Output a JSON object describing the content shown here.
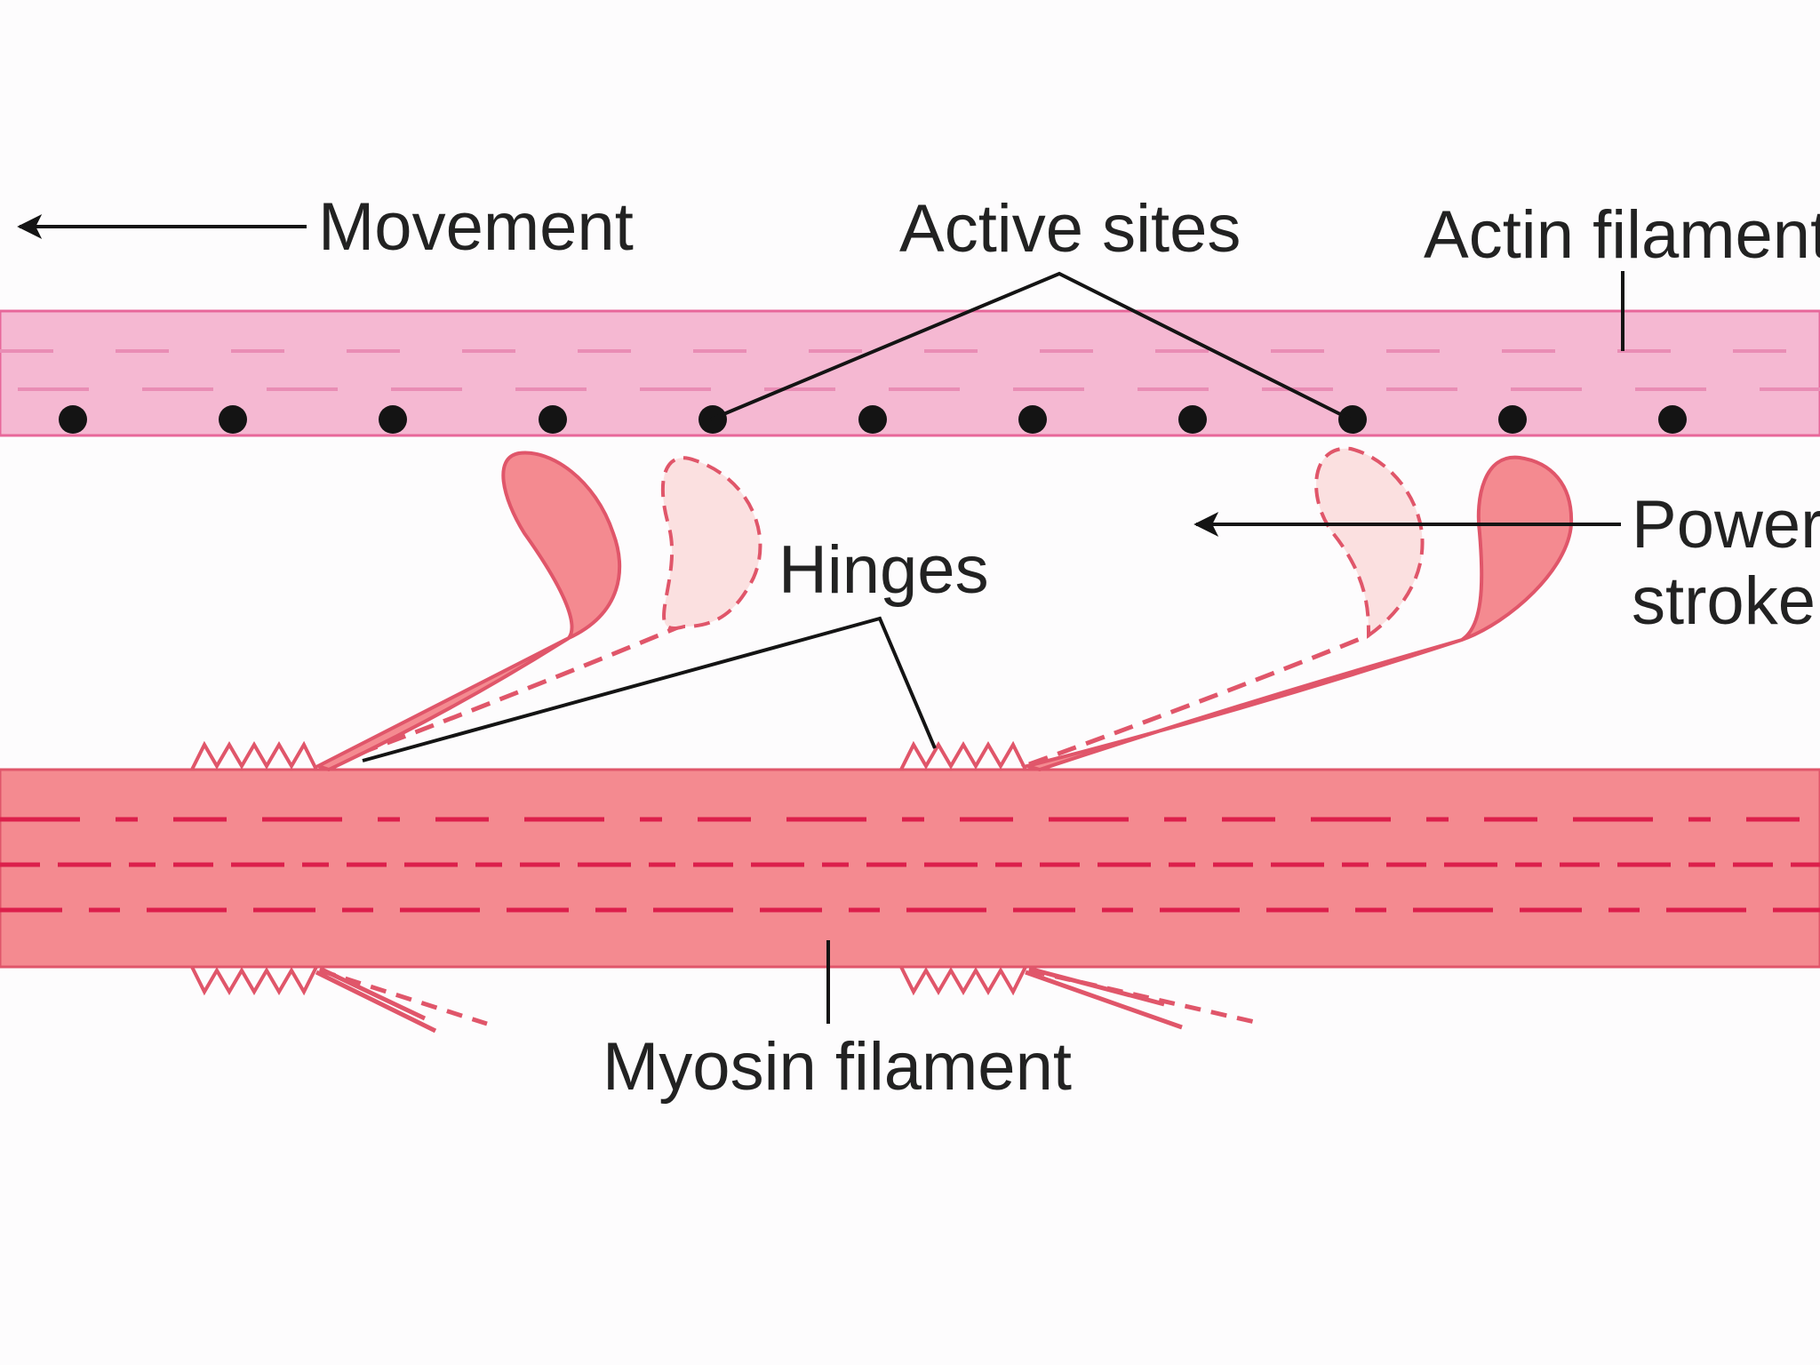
{
  "labels": {
    "movement": "Movement",
    "active_sites": "Active sites",
    "actin_filament": "Actin filament",
    "hinges": "Hinges",
    "power_stroke_line1": "Power",
    "power_stroke_line2": "stroke",
    "myosin_filament": "Myosin filament"
  },
  "colors": {
    "background": "#fdfcfd",
    "actin_fill": "#f5b8d2",
    "actin_edge": "#e7679a",
    "actin_dash": "#e98db5",
    "myosin_fill": "#f48a90",
    "myosin_edge": "#e0566a",
    "myosin_dash": "#dc1f4b",
    "head_solid_fill": "#f48a90",
    "head_ghost_fill": "#fbe0e0",
    "head_stroke": "#e0566a",
    "active_site_dot": "#141414",
    "leader_line": "#141414"
  },
  "active_site_count": 11
}
